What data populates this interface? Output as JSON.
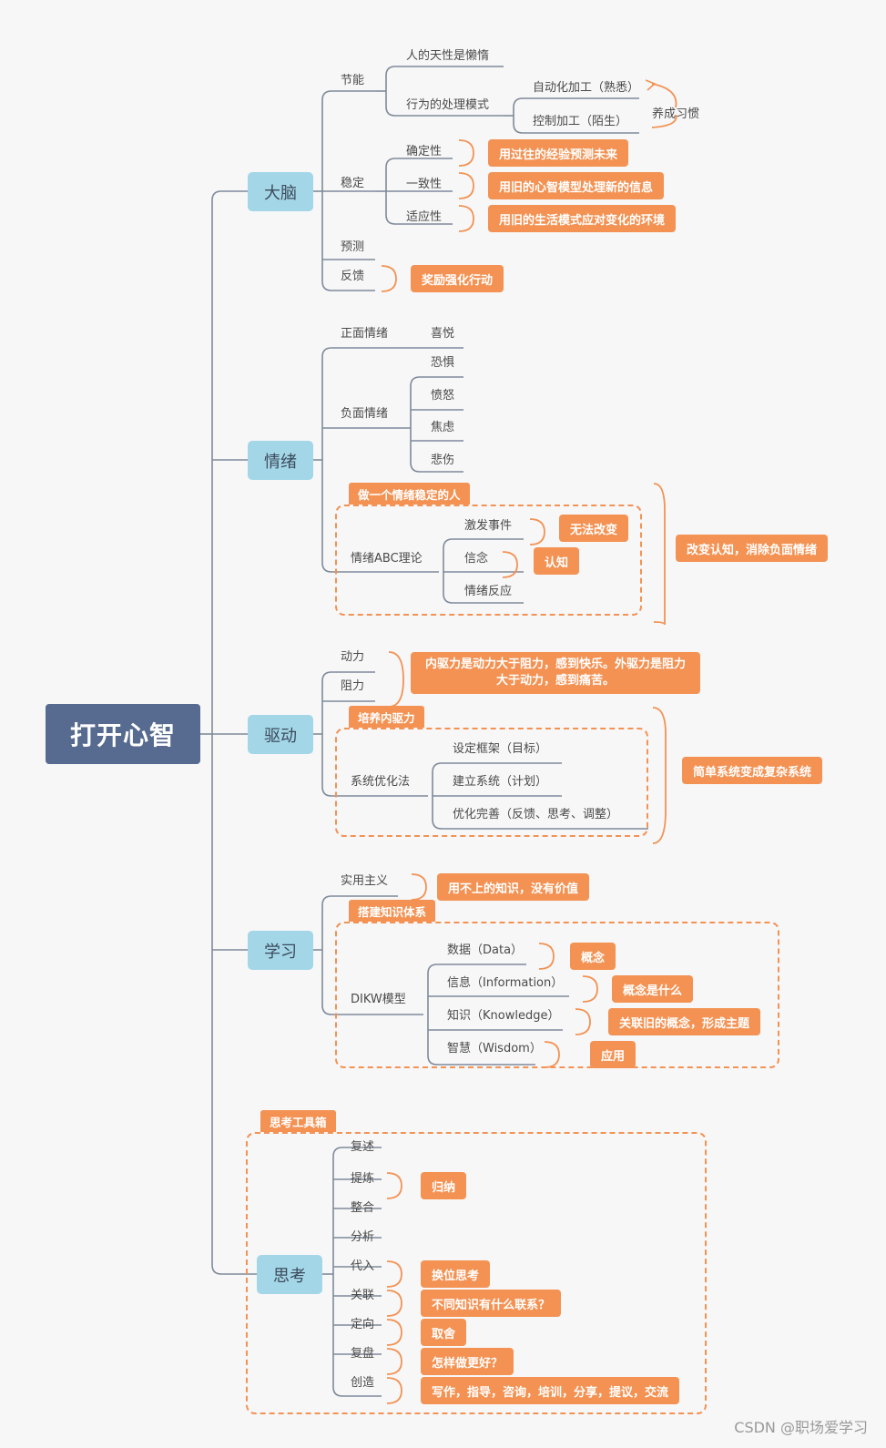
{
  "root": "打开心智",
  "brain": {
    "title": "大脑",
    "energy": "节能",
    "lazy": "人的天性是懒惰",
    "mode": "行为的处理模式",
    "auto": "自动化加工（熟悉）",
    "control": "控制加工（陌生）",
    "habit": "养成习惯",
    "stable": "稳定",
    "certainty": "确定性",
    "certainty_tag": "用过往的经验预测未来",
    "consistency": "一致性",
    "consistency_tag": "用旧的心智模型处理新的信息",
    "adaptability": "适应性",
    "adaptability_tag": "用旧的生活模式应对变化的环境",
    "predict": "预测",
    "feedback": "反馈",
    "feedback_tag": "奖励强化行动"
  },
  "emotion": {
    "title": "情绪",
    "positive": "正面情绪",
    "joy": "喜悦",
    "negative": "负面情绪",
    "fear": "恐惧",
    "anger": "愤怒",
    "anxiety": "焦虑",
    "sadness": "悲伤",
    "stable_header": "做一个情绪稳定的人",
    "abc": "情绪ABC理论",
    "event": "激发事件",
    "event_tag": "无法改变",
    "belief": "信念",
    "belief_tag": "认知",
    "reaction": "情绪反应",
    "summary": "改变认知，消除负面情绪"
  },
  "drive": {
    "title": "驱动",
    "power": "动力",
    "resistance": "阻力",
    "power_tag": "内驱力是动力大于阻力，感到快乐。外驱力是阻力大于动力，感到痛苦。",
    "header": "培养内驱力",
    "system": "系统优化法",
    "frame": "设定框架（目标）",
    "build": "建立系统（计划）",
    "optimize": "优化完善（反馈、思考、调整）",
    "summary": "简单系统变成复杂系统"
  },
  "learn": {
    "title": "学习",
    "pragmatism": "实用主义",
    "pragmatism_tag": "用不上的知识，没有价值",
    "header": "搭建知识体系",
    "dikw": "DIKW模型",
    "data": "数据（Data）",
    "data_tag": "概念",
    "info": "信息（Information）",
    "info_tag": "概念是什么",
    "knowledge": "知识（Knowledge）",
    "knowledge_tag": "关联旧的概念，形成主题",
    "wisdom": "智慧（Wisdom）",
    "wisdom_tag": "应用"
  },
  "think": {
    "title": "思考",
    "header": "思考工具箱",
    "retell": "复述",
    "refine": "提炼",
    "refine_tag": "归纳",
    "integrate": "整合",
    "analyze": "分析",
    "substitute": "代入",
    "substitute_tag": "换位思考",
    "relate": "关联",
    "relate_tag": "不同知识有什么联系？",
    "orient": "定向",
    "orient_tag": "取舍",
    "review": "复盘",
    "review_tag": "怎样做更好？",
    "create": "创造",
    "create_tag": "写作，指导，咨询，培训，分享，提议，交流"
  },
  "watermark": "CSDN @职场爱学习",
  "colors": {
    "line": "#7f8a99",
    "accent": "#f39253",
    "main": "#a3d7e8",
    "root": "#566b8f"
  }
}
